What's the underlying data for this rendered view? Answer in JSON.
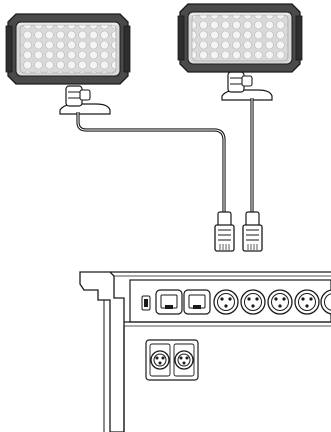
{
  "diagram": {
    "lamps": [
      {
        "id": "lamp-left",
        "icon": "led-flood-light-icon"
      },
      {
        "id": "lamp-right",
        "icon": "led-flood-light-icon"
      }
    ],
    "cables": [
      {
        "id": "cable-left",
        "from": "lamp-left",
        "to": "plug-left"
      },
      {
        "id": "cable-right",
        "from": "lamp-right",
        "to": "plug-right"
      }
    ],
    "plugs": [
      {
        "id": "plug-left",
        "icon": "rj45-plug-icon"
      },
      {
        "id": "plug-right",
        "icon": "rj45-plug-icon"
      }
    ],
    "console": {
      "icon": "mixing-console-icon",
      "rear_panel_ports": [
        "usb",
        "rj45",
        "rj45",
        "xlr",
        "xlr",
        "xlr",
        "xlr",
        "xlr"
      ],
      "front_panel_ports": [
        "xlr",
        "xlr"
      ]
    },
    "colors": {
      "stroke": "#1a1a1a",
      "lamp_body": "#4a4a4a",
      "lamp_lens": "#d9d9d9",
      "lamp_led": "#f2f2f2",
      "cable": "#1a1a1a",
      "panel": "#ffffff"
    }
  }
}
